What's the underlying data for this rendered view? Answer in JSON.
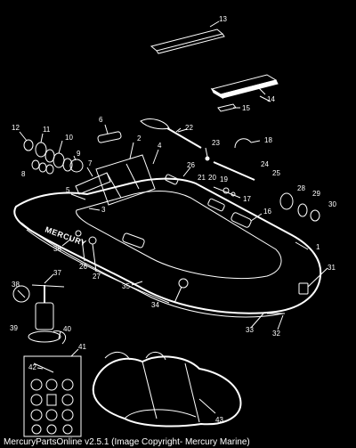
{
  "diagram": {
    "brand_text": "MERCURY",
    "footer": "MercuryPartsOnline v2.5.1 (Image Copyright- Mercury Marine)",
    "callouts": [
      "13",
      "14",
      "15",
      "6",
      "22",
      "23",
      "18",
      "12",
      "11",
      "10",
      "9",
      "8",
      "7",
      "2",
      "4",
      "26",
      "24",
      "25",
      "5",
      "3",
      "21",
      "20",
      "19",
      "17",
      "16",
      "28",
      "29",
      "30",
      "36",
      "26",
      "27",
      "1",
      "35",
      "34",
      "31",
      "33",
      "32",
      "38",
      "37",
      "39",
      "40",
      "41",
      "42",
      "43"
    ]
  }
}
